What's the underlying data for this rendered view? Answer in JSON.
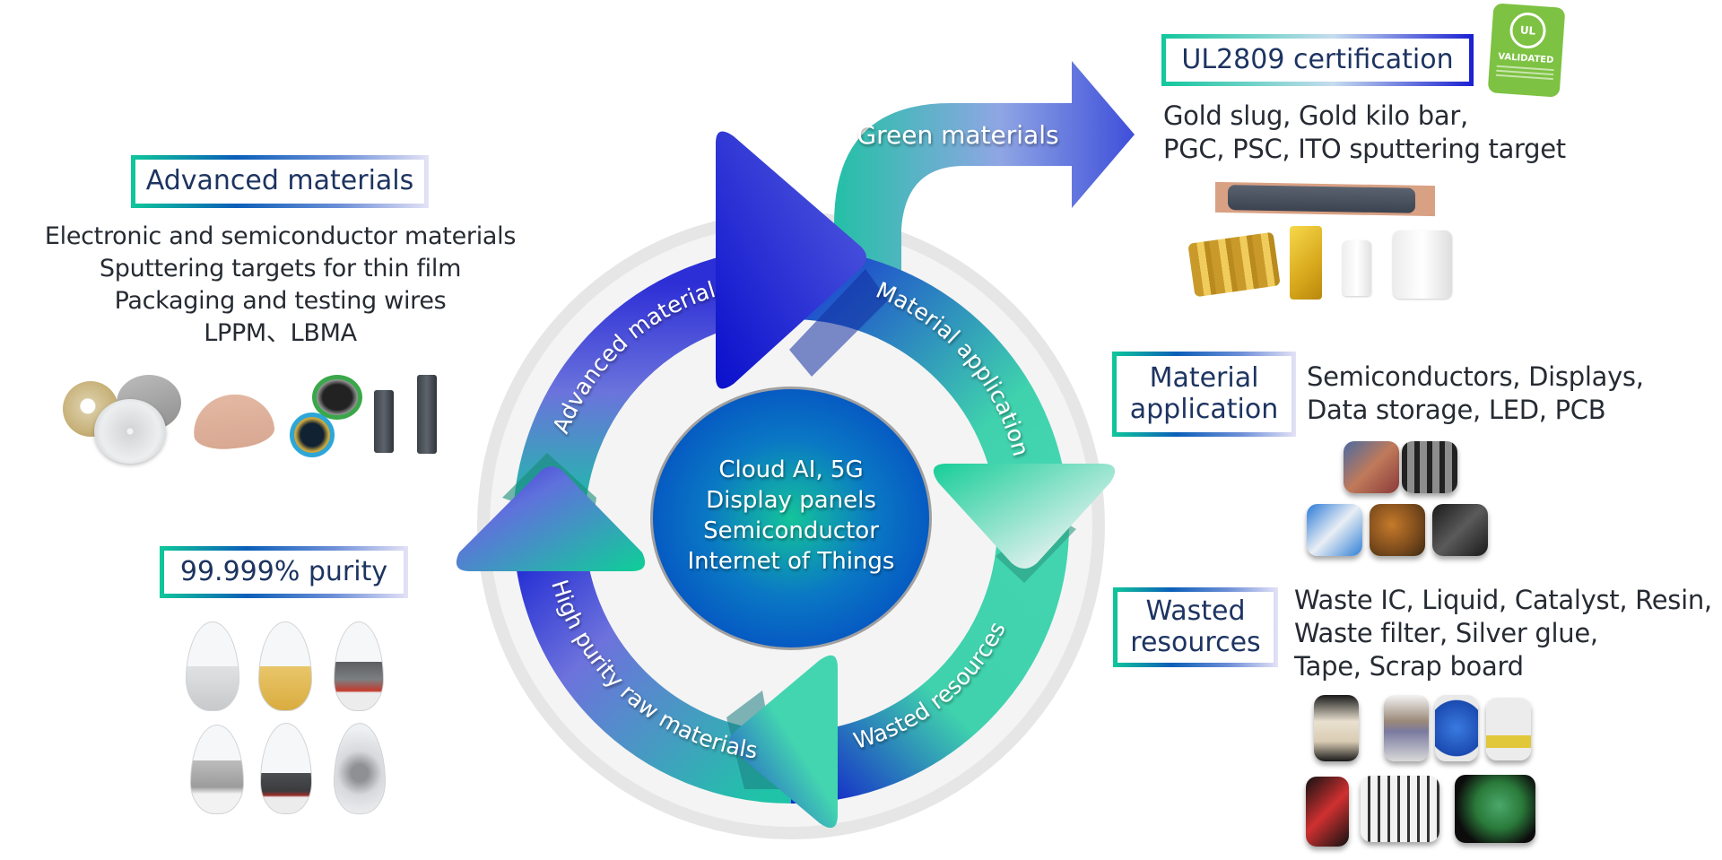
{
  "cycle": {
    "center_lines": [
      "Cloud AI, 5G",
      "Display panels",
      "Semiconductor",
      "Internet of Things"
    ],
    "arc_labels": {
      "advanced": "Advanced materials",
      "application": "Material application",
      "wasted": "Wasted resources",
      "raw": "High purity raw materials"
    },
    "green_arrow_label": "Green materials"
  },
  "advanced_materials": {
    "title": "Advanced materials",
    "lines": [
      "Electronic and semiconductor materials",
      "Sputtering targets for thin film",
      "Packaging and testing wires",
      "LPPM、LBMA"
    ],
    "images": [
      "gold and silver target discs",
      "copper powder",
      "bonding wire spools",
      "dark cylindrical targets"
    ]
  },
  "purity": {
    "title": "99.999% purity",
    "images": [
      "silver granules",
      "gold granules",
      "dark powder",
      "silver chips",
      "black powder",
      "silver flakes"
    ]
  },
  "ul2809": {
    "title": "UL2809 certification",
    "badge_text": "VALIDATED",
    "badge_logo": "UL",
    "lines": [
      "Gold slug, Gold kilo bar,",
      "PGC, PSC, ITO sputtering target"
    ],
    "images": [
      "ITO sputtering target bar",
      "gold slugs",
      "gold kilo bar",
      "PGC bottle",
      "PSC jar"
    ]
  },
  "material_application": {
    "title_lines": [
      "Material",
      "application"
    ],
    "lines": [
      "Semiconductors, Displays,",
      "Data storage, LED, PCB"
    ],
    "images": [
      "chip circuit",
      "memory structure",
      "module",
      "PCB gold traces",
      "smartphone"
    ]
  },
  "wasted_resources": {
    "title_lines": [
      "Wasted",
      "resources"
    ],
    "lines": [
      "Waste IC, Liquid, Catalyst, Resin,",
      "Waste filter, Silver glue,",
      "Tape, Scrap board"
    ],
    "images": [
      "waste filter",
      "catalyst",
      "resin",
      "liquid flasks",
      "scrap phones",
      "waste IC board",
      "scrap PCBs"
    ]
  },
  "colors": {
    "navy_text": "#1d3461",
    "teal": "#3fd2ad",
    "blue": "#1a2fd0",
    "ul_green": "#7dc242"
  }
}
